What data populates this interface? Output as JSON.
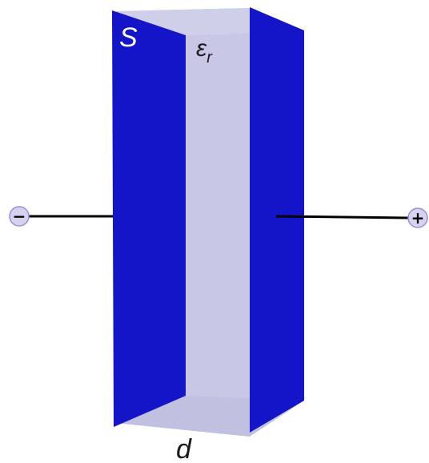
{
  "diagram": {
    "labels": {
      "area": "S",
      "permittivity_main": "ε",
      "permittivity_sub": "r",
      "separation": "d"
    },
    "terminals": {
      "negative": "−",
      "positive": "+"
    },
    "colors": {
      "plate": "#1414c8",
      "dielectric": "#c8c8e6",
      "terminal_fill": "#d8d2f0",
      "terminal_stroke": "#9b8fd6",
      "lead": "#000000",
      "label_white": "#ffffff",
      "label_dark": "#1a1a1a"
    }
  }
}
